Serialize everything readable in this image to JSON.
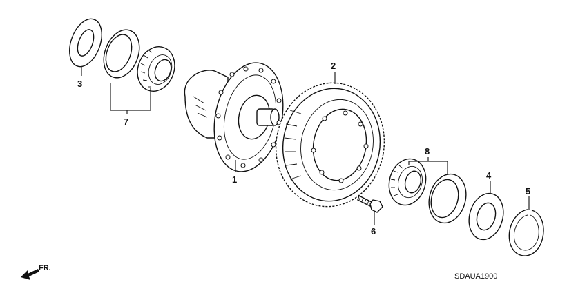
{
  "labels": {
    "p1": "1",
    "p2": "2",
    "p3": "3",
    "p4": "4",
    "p5": "5",
    "p6": "6",
    "p7": "7",
    "p8": "8"
  },
  "direction": "FR.",
  "diagram_code": "SDAUA1900"
}
